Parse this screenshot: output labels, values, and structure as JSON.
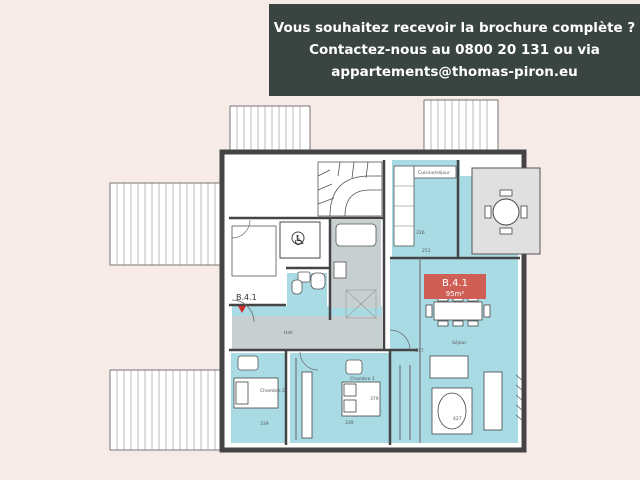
{
  "banner": {
    "line1": "Vous souhaitez recevoir la brochure complète ?",
    "line2": "Contactez-nous au 0800 20 131 ou via",
    "line3": "appartements@thomas-piron.eu"
  },
  "unit": {
    "code": "B.4.1",
    "area": "95m²",
    "entrance_code": "B.4.1"
  },
  "rooms": {
    "kitchen": "Cuisine/séjour",
    "bedroom1": "Chambre 1",
    "bedroom2": "Chambre 2",
    "living": "Séjour",
    "hall": "Hall"
  },
  "dimensions": {
    "d1": "339",
    "d2": "379",
    "d3": "339",
    "d4": "677",
    "d5": "316",
    "d6": "251",
    "d7": "427"
  },
  "colors": {
    "background": "#f6ebe6",
    "banner": "#3a4541",
    "apartment_blue": "#a9dbe4",
    "service_grey": "#c7cfd0",
    "label_red": "#cf5f55",
    "wall": "#444444"
  }
}
